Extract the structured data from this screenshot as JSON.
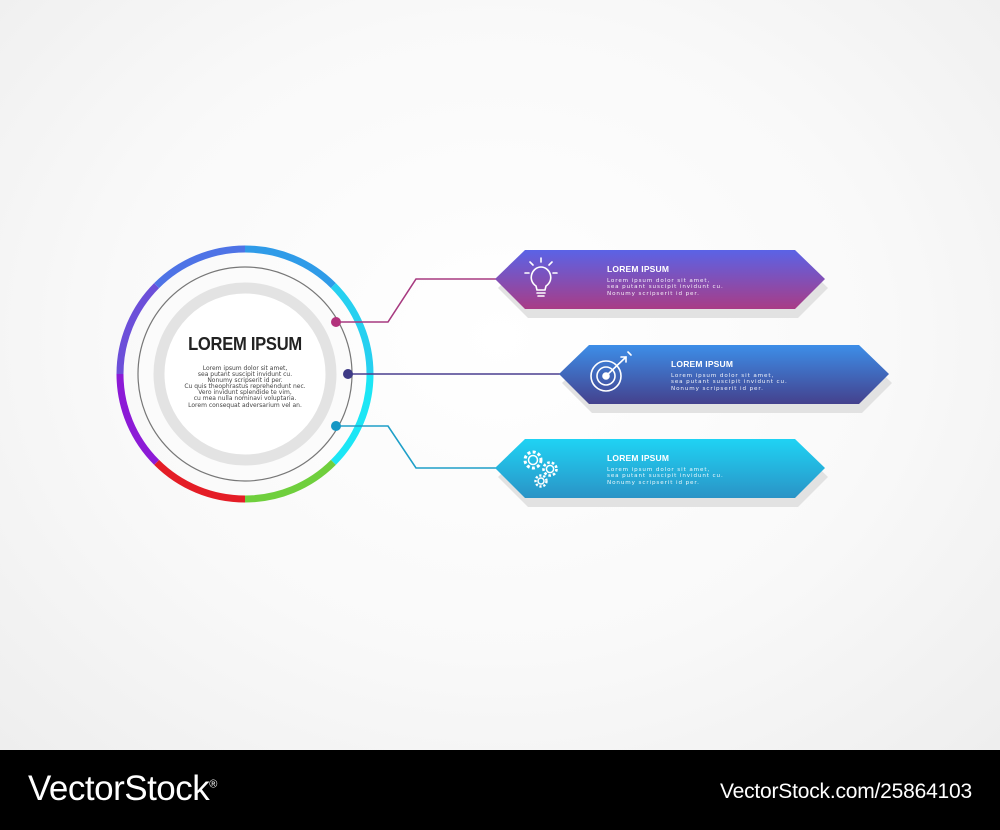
{
  "center": {
    "title": "LOREM IPSUM",
    "body": [
      "Lorem ipsum dolor sit amet,",
      "sea putant suscipit invidunt cu.",
      "Nonumy scripserit id per.",
      "Cu quis theophrastus reprehendunt nec.",
      "Vero invidunt splendide te vim,",
      "cu mea nulla nominavi voluptaria.",
      "Lorem consequat adversarium vel an."
    ],
    "ring_colors": [
      "#2f9be8",
      "#26d0f0",
      "#1ce6f5",
      "#6fcf3d",
      "#e41d26",
      "#8c1ad6",
      "#6c4fd9",
      "#4e73e6"
    ]
  },
  "cards": [
    {
      "title": "LOREM IPSUM",
      "body": [
        "Lorem ipsum dolor sit amet,",
        "sea putant suscipit invidunt cu.",
        "Nonumy scripserit id per."
      ],
      "icon": "lightbulb-icon",
      "gradient": [
        "#5a63e6",
        "#a93c86"
      ],
      "connector_color": "#a73a80",
      "dot_color": "#b2327c"
    },
    {
      "title": "LOREM IPSUM",
      "body": [
        "Lorem ipsum dolor sit amet,",
        "sea putant suscipit invidunt cu.",
        "Nonumy scripserit id per."
      ],
      "icon": "target-icon",
      "gradient": [
        "#3d8ee8",
        "#44418d"
      ],
      "connector_color": "#4a3f8f",
      "dot_color": "#3e3a86"
    },
    {
      "title": "LOREM IPSUM",
      "body": [
        "Lorem ipsum dolor sit amet,",
        "sea putant suscipit invidunt cu.",
        "Nonumy scripserit id per."
      ],
      "icon": "gears-icon",
      "gradient": [
        "#1fd3f4",
        "#2a93c6"
      ],
      "connector_color": "#1e9fc8",
      "dot_color": "#1597c4"
    }
  ],
  "footer": {
    "brand": "VectorStock",
    "registered_mark": "®",
    "image_id": "VectorStock.com/25864103"
  }
}
